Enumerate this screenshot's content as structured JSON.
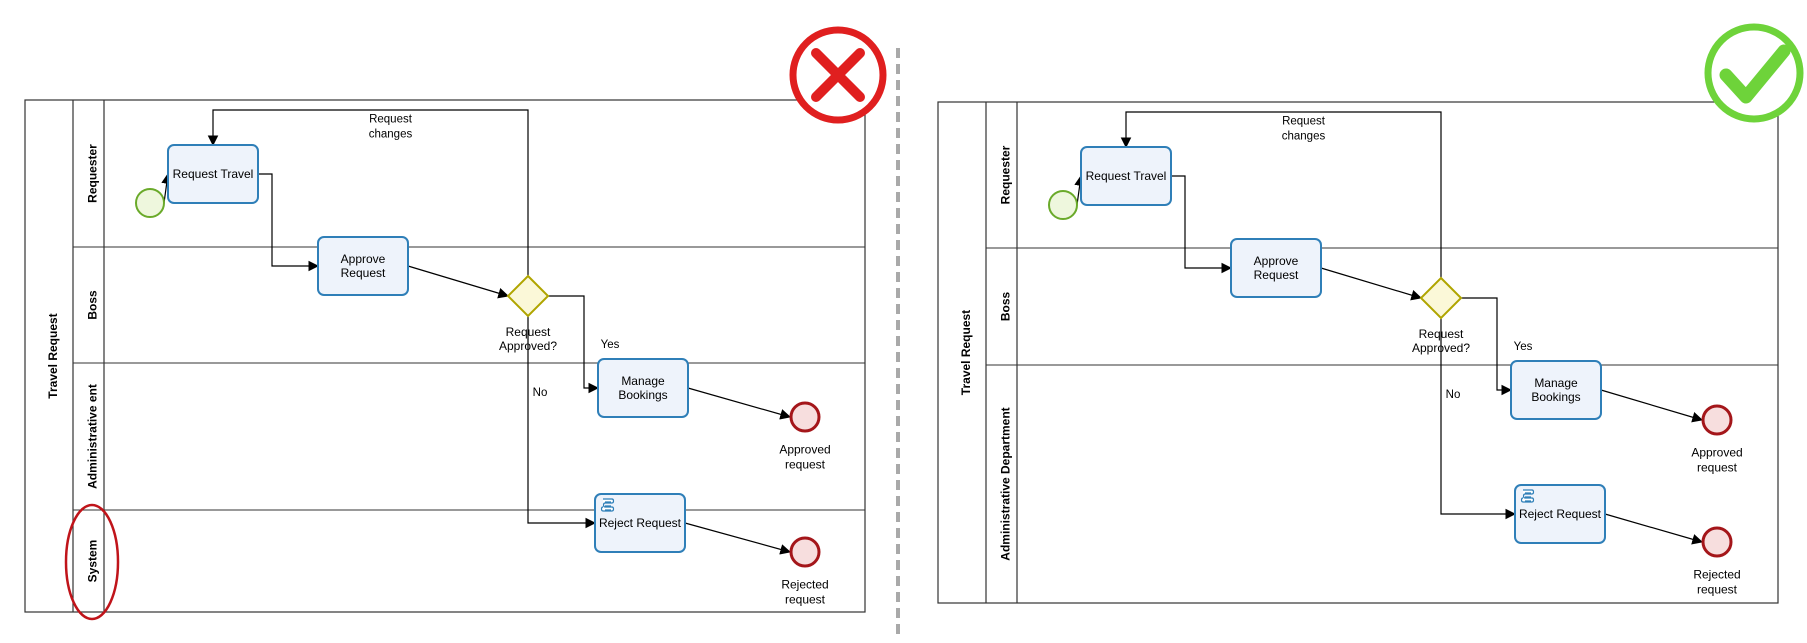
{
  "colors": {
    "task_stroke": "#2f7fb8",
    "task_fill": "#eef3fb",
    "start_stroke": "#6aaa2a",
    "start_fill": "#eef7dd",
    "end_stroke": "#a4161a",
    "end_fill": "#f7dede",
    "gateway_stroke": "#b0a500",
    "gateway_fill": "#fbf8d8",
    "wrong_mark": "#e01f1f",
    "right_mark": "#6ed33a",
    "highlight": "#c0141a",
    "divider": "#a9a9a9"
  },
  "diagrams": [
    {
      "name": "wrong-diagram",
      "status_icon": "cross-mark-icon",
      "pool_title": "Travel Request",
      "lanes": [
        {
          "label": "Requester"
        },
        {
          "label": "Boss"
        },
        {
          "label": "Administrative ent"
        },
        {
          "label": "System"
        }
      ],
      "tasks": {
        "request_travel": [
          "Request Travel"
        ],
        "approve_request": [
          "Approve",
          "Request"
        ],
        "manage_bookings": [
          "Manage",
          "Bookings"
        ],
        "reject_request": [
          "Reject Request"
        ]
      },
      "gateway_label": [
        "Request",
        "Approved?"
      ],
      "flow_labels": {
        "request_changes": [
          "Request",
          "changes"
        ],
        "yes": "Yes",
        "no": "No"
      },
      "end_events": {
        "approved": [
          "Approved",
          "request"
        ],
        "rejected": [
          "Rejected",
          "request"
        ]
      }
    },
    {
      "name": "right-diagram",
      "status_icon": "check-mark-icon",
      "pool_title": "Travel Request",
      "lanes": [
        {
          "label": "Requester"
        },
        {
          "label": "Boss"
        },
        {
          "label": "Administrative Department"
        }
      ],
      "tasks": {
        "request_travel": [
          "Request Travel"
        ],
        "approve_request": [
          "Approve",
          "Request"
        ],
        "manage_bookings": [
          "Manage",
          "Bookings"
        ],
        "reject_request": [
          "Reject Request"
        ]
      },
      "gateway_label": [
        "Request",
        "Approved?"
      ],
      "flow_labels": {
        "request_changes": [
          "Request",
          "changes"
        ],
        "yes": "Yes",
        "no": "No"
      },
      "end_events": {
        "approved": [
          "Approved",
          "request"
        ],
        "rejected": [
          "Rejected",
          "request"
        ]
      }
    }
  ]
}
